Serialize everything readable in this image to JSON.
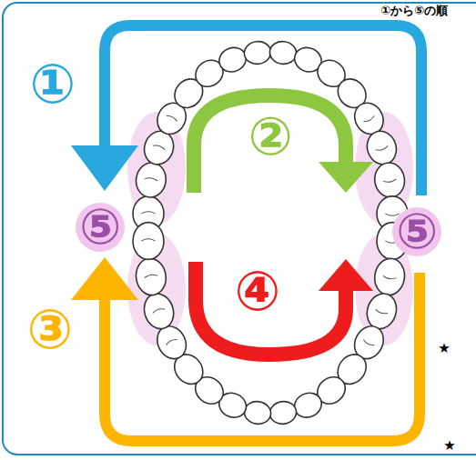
{
  "diagram": {
    "labels": [
      "①から⑤の順",
      "①",
      "②",
      "⑤",
      "⑤",
      "④",
      "③",
      "★",
      "★"
    ]
  }
}
